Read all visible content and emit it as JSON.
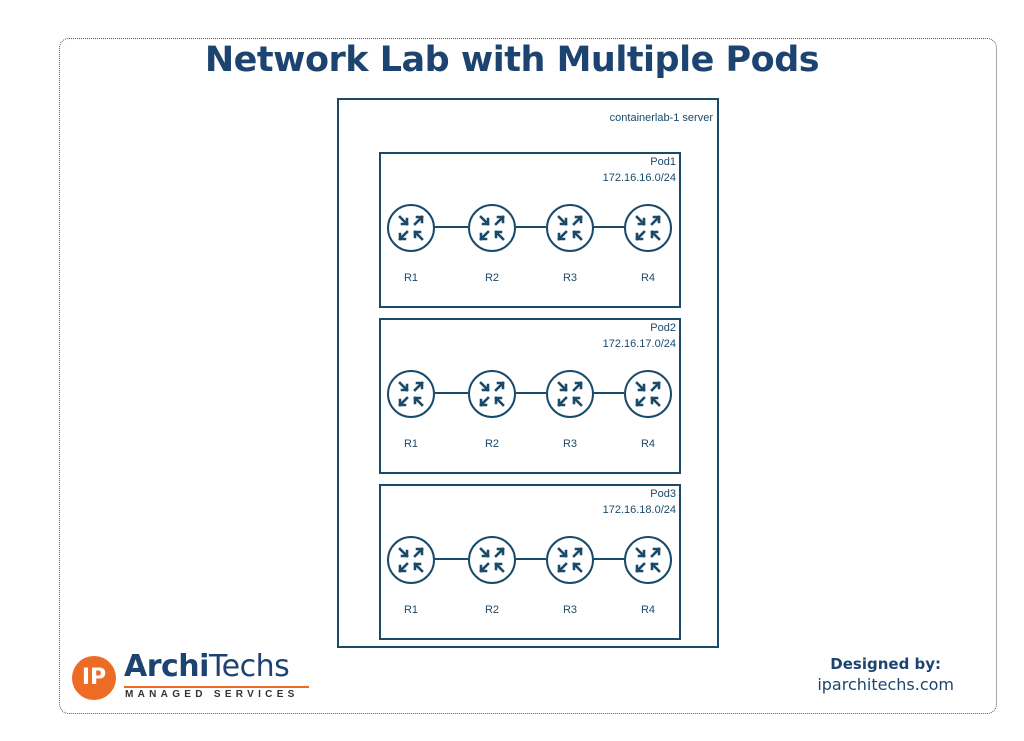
{
  "title": "Network Lab with Multiple Pods",
  "server": {
    "label": "containerlab-1 server"
  },
  "pods": [
    {
      "name": "Pod1",
      "subnet": "172.16.16.0/24",
      "routers": [
        "R1",
        "R2",
        "R3",
        "R4"
      ]
    },
    {
      "name": "Pod2",
      "subnet": "172.16.17.0/24",
      "routers": [
        "R1",
        "R2",
        "R3",
        "R4"
      ]
    },
    {
      "name": "Pod3",
      "subnet": "172.16.18.0/24",
      "routers": [
        "R1",
        "R2",
        "R3",
        "R4"
      ]
    }
  ],
  "logo": {
    "letters": "IP",
    "word_bold": "Archi",
    "word_regular": "Techs",
    "tagline": "MANAGED SERVICES"
  },
  "credit": {
    "label": "Designed by:",
    "site": "iparchitechs.com"
  },
  "colors": {
    "title": "#1d4470",
    "diagram": "#1a4a6a",
    "accent": "#ee6b26"
  },
  "icons": {
    "router": "router-icon"
  }
}
